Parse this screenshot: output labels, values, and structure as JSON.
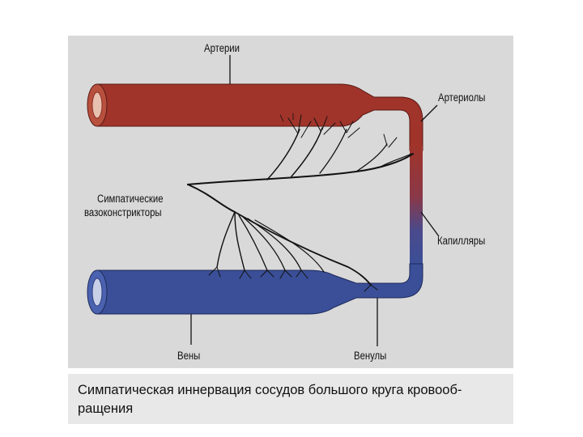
{
  "labels": {
    "arteries": "Артерии",
    "arterioles": "Артериолы",
    "vasoconstrictors_line1": "Симпатические",
    "vasoconstrictors_line2": "вазоконстрикторы",
    "capillaries": "Капилляры",
    "veins": "Вены",
    "venules": "Венулы"
  },
  "caption": {
    "line1": "Симпатическая иннервация сосудов большого круга кровооб-",
    "line2": "ращения"
  },
  "colors": {
    "artery": "#a0342a",
    "vein": "#3a4f98",
    "nerve": "#111111",
    "panel": "#d9d9d9"
  }
}
